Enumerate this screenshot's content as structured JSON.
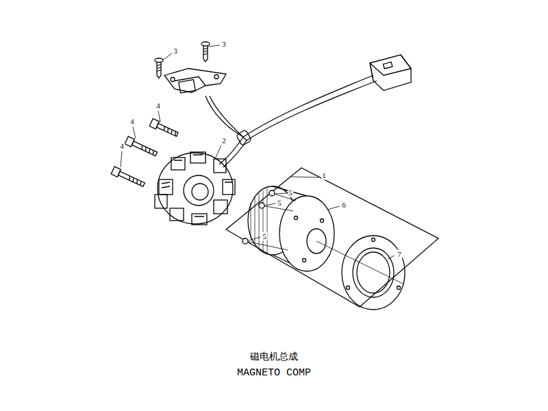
{
  "diagram": {
    "title": "磁电机总成",
    "caption": "MAGNETO COMP",
    "labels": [
      "3",
      "3",
      "4",
      "4",
      "4",
      "2",
      "1",
      "5",
      "5",
      "5",
      "6",
      "7"
    ]
  }
}
